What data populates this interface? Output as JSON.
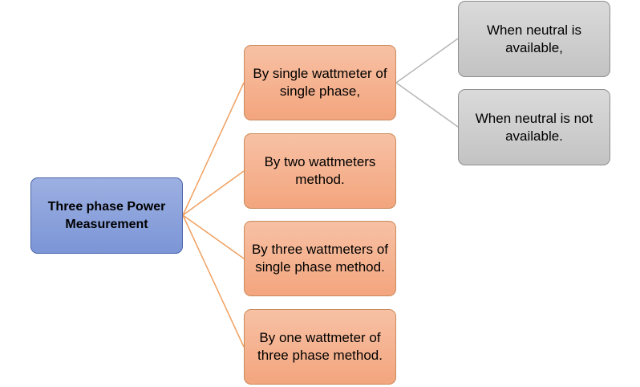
{
  "diagram": {
    "root": {
      "label": "Three phase Power Measurement"
    },
    "methods": [
      {
        "label": "By single wattmeter of single phase,"
      },
      {
        "label": "By two wattmeters method."
      },
      {
        "label": "By three wattmeters of single phase method."
      },
      {
        "label": "By one wattmeter of three phase method."
      }
    ],
    "sub_nodes": [
      {
        "label": "When neutral is available,"
      },
      {
        "label": "When neutral is not available."
      }
    ],
    "colors": {
      "root_fill": "#8aa2dc",
      "method_fill": "#f5b293",
      "sub_fill": "#cfcfcf",
      "root_connector": "#f0a060",
      "sub_connector": "#b5b5b5"
    }
  }
}
